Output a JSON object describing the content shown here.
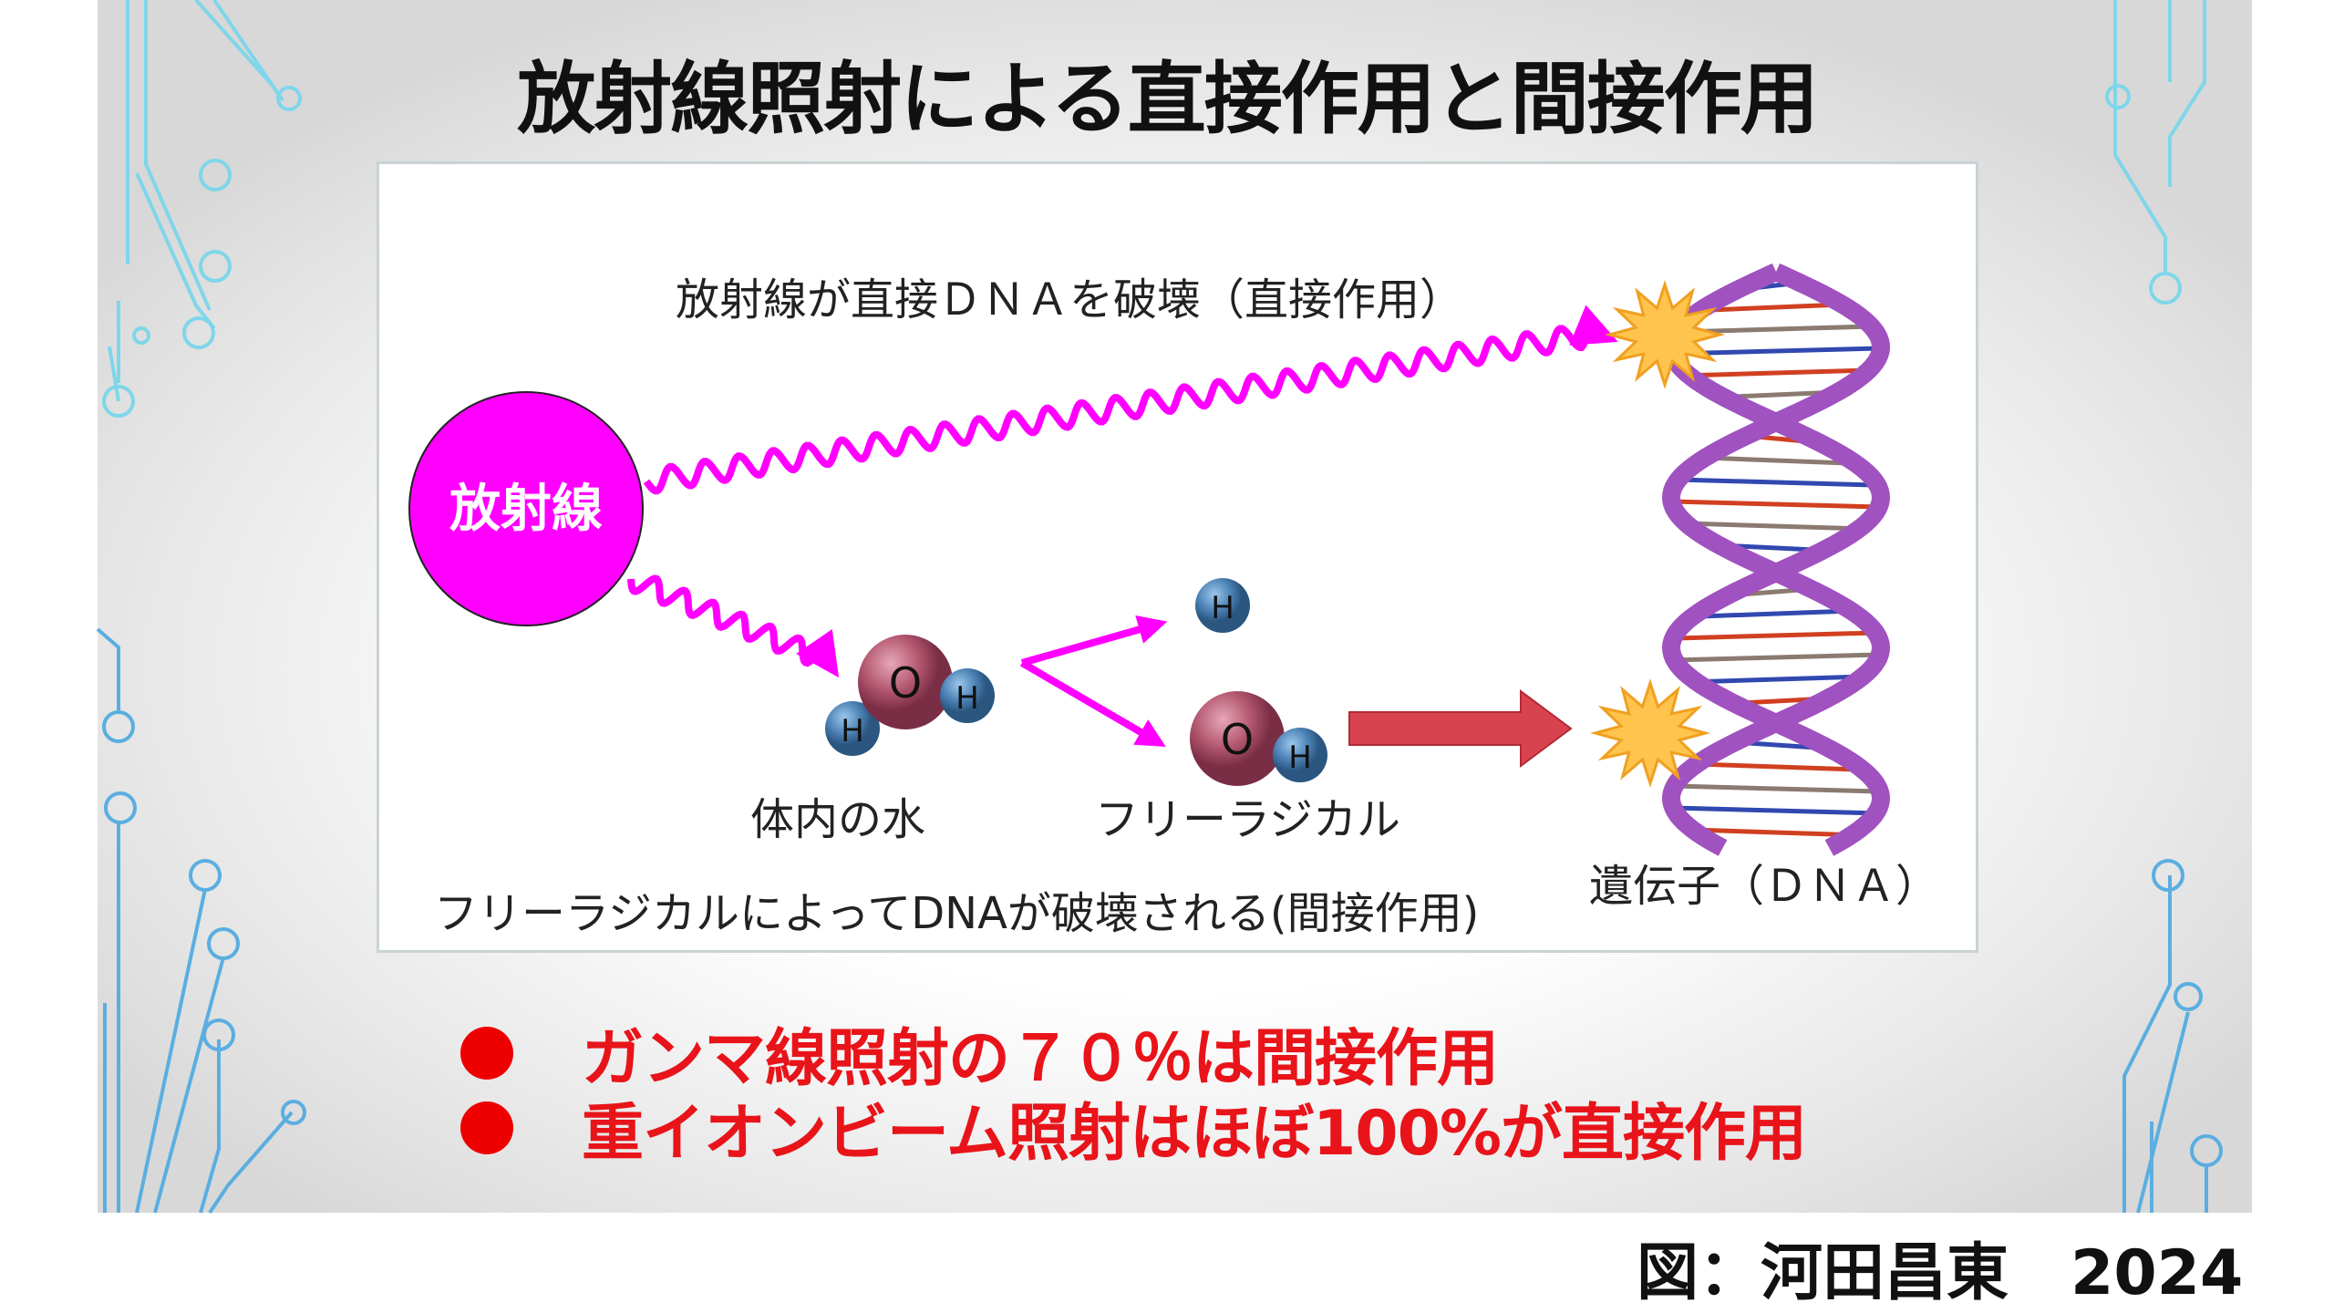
{
  "title": "放射線照射による直接作用と間接作用",
  "diagram": {
    "source_label": "放射線",
    "direct_label": "放射線が直接ＤＮＡを破壊（直接作用）",
    "water_label": "体内の水",
    "radical_label": "フリーラジカル",
    "dna_label": "遺伝子（ＤＮＡ）",
    "indirect_label": "フリーラジカルによってDNAが破壊される(間接作用)",
    "atoms": {
      "oxygen": "O",
      "hydrogen": "H"
    }
  },
  "bullets": [
    "ガンマ線照射の７０％は間接作用",
    "重イオンビーム照射はほぼ100%が直接作用"
  ],
  "credit": "図：河田昌東　2024",
  "colors": {
    "magenta": "#ff00ff",
    "bullet_red": "#e8141a",
    "helix": "#a052c0",
    "star": "#ffc44d",
    "arrow_red": "#d9434f"
  }
}
